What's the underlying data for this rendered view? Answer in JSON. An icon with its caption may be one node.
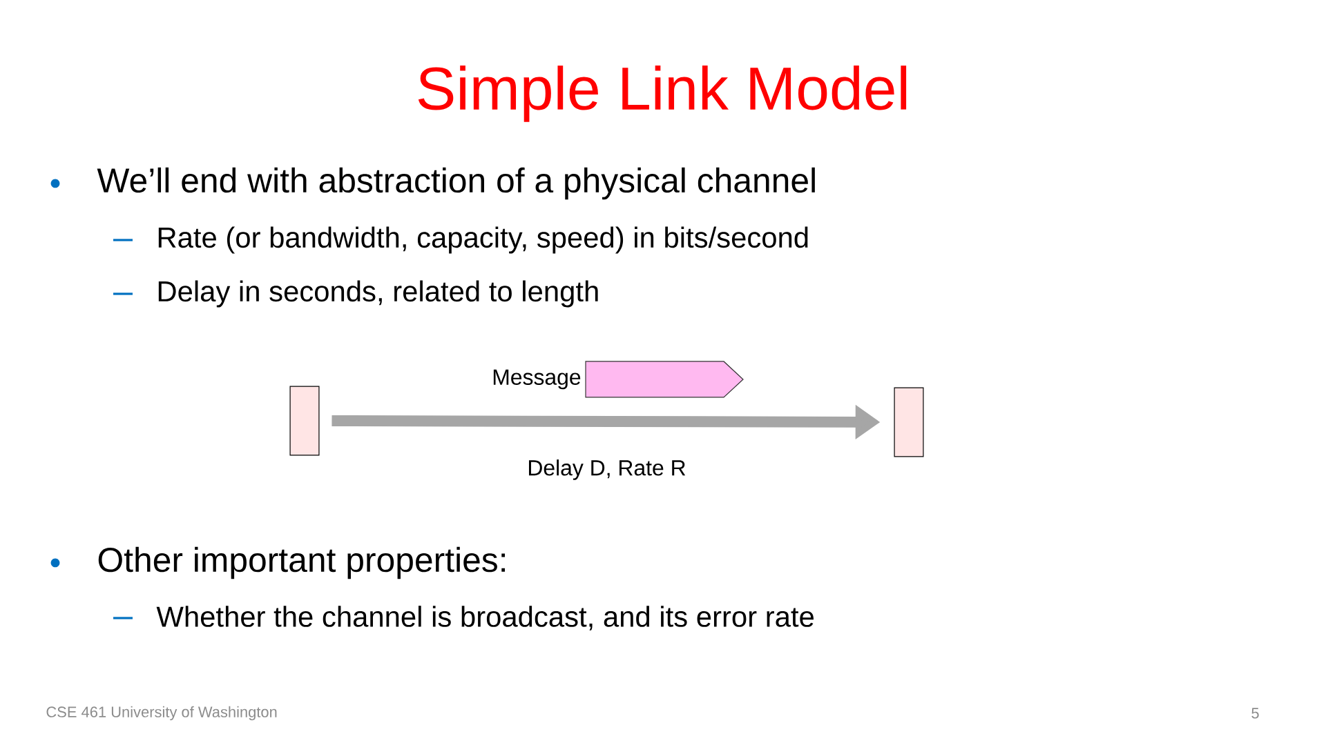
{
  "diagram": {
    "title": "Simple Link Model",
    "nodes": [
      {
        "text": [],
        "shape": "box"
      },
      {
        "text": [],
        "shape": "box"
      },
      {
        "text": [
          "Message"
        ]
      }
    ],
    "edges": [
      {
        "from": 0,
        "to": 1,
        "arrow": "to",
        "label": "Delay D, Rate R",
        "color": "#a6a6a6"
      }
    ],
    "labels": [
      "We’ll end with abstraction of a physical channel",
      "Rate (or bandwidth, capacity, speed) in bits/second",
      "Delay in seconds, related to length",
      "Other important properties:",
      "Whether the channel is broadcast, and its error rate",
      "CSE 461 University of Washington",
      "5"
    ]
  }
}
